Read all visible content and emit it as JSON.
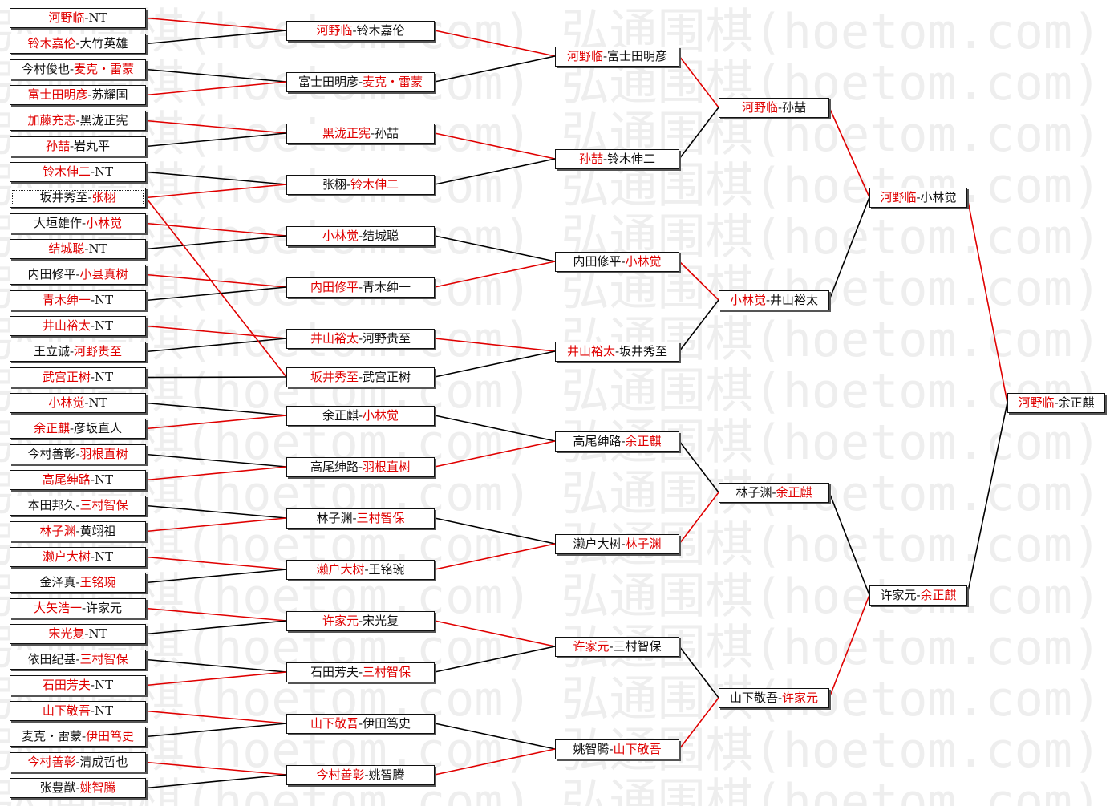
{
  "colors": {
    "winner": "#e00000",
    "loser": "#111111",
    "connector_win": "#e00000",
    "connector_loss": "#000000",
    "watermark": "#eeeeee"
  },
  "watermark": "弘通围棋(hoetom.com)",
  "rounds": [
    {
      "name": "round-1",
      "matches": [
        {
          "p1": "河野临",
          "p2": "NT",
          "w": 1
        },
        {
          "p1": "铃木嘉伦",
          "p2": "大竹英雄",
          "w": 1
        },
        {
          "p1": "今村俊也",
          "p2": "麦克・雷蒙",
          "w": 2
        },
        {
          "p1": "富士田明彦",
          "p2": "苏耀国",
          "w": 1
        },
        {
          "p1": "加藤充志",
          "p2": "黑泷正宪",
          "w": 1
        },
        {
          "p1": "孙喆",
          "p2": "岩丸平",
          "w": 1
        },
        {
          "p1": "铃木伸二",
          "p2": "NT",
          "w": 1
        },
        {
          "p1": "坂井秀至",
          "p2": "张栩",
          "w": 2
        },
        {
          "p1": "大垣雄作",
          "p2": "小林觉",
          "w": 2
        },
        {
          "p1": "结城聪",
          "p2": "NT",
          "w": 1
        },
        {
          "p1": "内田修平",
          "p2": "小县真树",
          "w": 2
        },
        {
          "p1": "青木绅一",
          "p2": "NT",
          "w": 1
        },
        {
          "p1": "井山裕太",
          "p2": "NT",
          "w": 1
        },
        {
          "p1": "王立诚",
          "p2": "河野贵至",
          "w": 2
        },
        {
          "p1": "武宫正树",
          "p2": "NT",
          "w": 1
        },
        {
          "p1": "小林觉",
          "p2": "NT",
          "w": 1
        },
        {
          "p1": "余正麒",
          "p2": "彦坂直人",
          "w": 1
        },
        {
          "p1": "今村善彰",
          "p2": "羽根直树",
          "w": 2
        },
        {
          "p1": "高尾绅路",
          "p2": "NT",
          "w": 1
        },
        {
          "p1": "本田邦久",
          "p2": "三村智保",
          "w": 2
        },
        {
          "p1": "林子渊",
          "p2": "黄翊祖",
          "w": 1
        },
        {
          "p1": "濑户大树",
          "p2": "NT",
          "w": 1
        },
        {
          "p1": "金泽真",
          "p2": "王铭琬",
          "w": 2
        },
        {
          "p1": "大矢浩一",
          "p2": "许家元",
          "w": 1
        },
        {
          "p1": "宋光复",
          "p2": "NT",
          "w": 1
        },
        {
          "p1": "依田纪基",
          "p2": "三村智保",
          "w": 2
        },
        {
          "p1": "石田芳夫",
          "p2": "NT",
          "w": 1
        },
        {
          "p1": "山下敬吾",
          "p2": "NT",
          "w": 1
        },
        {
          "p1": "麦克・雷蒙",
          "p2": "伊田笃史",
          "w": 2
        },
        {
          "p1": "今村善彰",
          "p2": "清成哲也",
          "w": 1
        },
        {
          "p1": "张豊猷",
          "p2": "姚智腾",
          "w": 2
        }
      ]
    },
    {
      "name": "round-2",
      "matches": [
        {
          "p1": "河野临",
          "p2": "铃木嘉伦",
          "w": 1
        },
        {
          "p1": "富士田明彦",
          "p2": "麦克・雷蒙",
          "w": 2
        },
        {
          "p1": "黑泷正宪",
          "p2": "孙喆",
          "w": 1
        },
        {
          "p1": "张栩",
          "p2": "铃木伸二",
          "w": 2
        },
        {
          "p1": "小林觉",
          "p2": "结城聪",
          "w": 1
        },
        {
          "p1": "内田修平",
          "p2": "青木绅一",
          "w": 1
        },
        {
          "p1": "井山裕太",
          "p2": "河野贵至",
          "w": 1
        },
        {
          "p1": "坂井秀至",
          "p2": "武宫正树",
          "w": 1
        },
        {
          "p1": "余正麒",
          "p2": "小林觉",
          "w": 2
        },
        {
          "p1": "高尾绅路",
          "p2": "羽根直树",
          "w": 2
        },
        {
          "p1": "林子渊",
          "p2": "三村智保",
          "w": 2
        },
        {
          "p1": "濑户大树",
          "p2": "王铭琬",
          "w": 1
        },
        {
          "p1": "许家元",
          "p2": "宋光复",
          "w": 1
        },
        {
          "p1": "石田芳夫",
          "p2": "三村智保",
          "w": 2
        },
        {
          "p1": "山下敬吾",
          "p2": "伊田笃史",
          "w": 1
        },
        {
          "p1": "今村善彰",
          "p2": "姚智腾",
          "w": 1
        }
      ]
    },
    {
      "name": "round-3",
      "matches": [
        {
          "p1": "河野临",
          "p2": "富士田明彦",
          "w": 1
        },
        {
          "p1": "孙喆",
          "p2": "铃木伸二",
          "w": 1
        },
        {
          "p1": "内田修平",
          "p2": "小林觉",
          "w": 2
        },
        {
          "p1": "井山裕太",
          "p2": "坂井秀至",
          "w": 1
        },
        {
          "p1": "高尾绅路",
          "p2": "余正麒",
          "w": 2
        },
        {
          "p1": "濑户大树",
          "p2": "林子渊",
          "w": 2
        },
        {
          "p1": "许家元",
          "p2": "三村智保",
          "w": 1
        },
        {
          "p1": "姚智腾",
          "p2": "山下敬吾",
          "w": 2
        }
      ]
    },
    {
      "name": "round-4",
      "matches": [
        {
          "p1": "河野临",
          "p2": "孙喆",
          "w": 1
        },
        {
          "p1": "小林觉",
          "p2": "井山裕太",
          "w": 1
        },
        {
          "p1": "林子渊",
          "p2": "余正麒",
          "w": 2
        },
        {
          "p1": "山下敬吾",
          "p2": "许家元",
          "w": 2
        }
      ]
    },
    {
      "name": "round-5",
      "matches": [
        {
          "p1": "河野临",
          "p2": "小林觉",
          "w": 1
        },
        {
          "p1": "许家元",
          "p2": "余正麒",
          "w": 2
        }
      ]
    },
    {
      "name": "final",
      "matches": [
        {
          "p1": "河野临",
          "p2": "余正麒",
          "w": 1
        }
      ]
    }
  ]
}
